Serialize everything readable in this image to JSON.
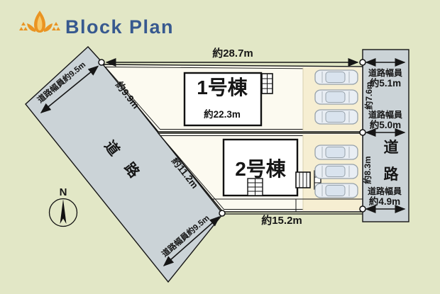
{
  "header": {
    "title": "Block Plan"
  },
  "plan": {
    "buildings": [
      {
        "name": "1号棟",
        "inner_dimension": "約22.3m"
      },
      {
        "name": "2号棟"
      }
    ],
    "dimensions": {
      "top_width": "約28.7m",
      "plot1_left_edge": "約9.9m",
      "plot2_left_edge": "約11.2m",
      "plot2_bottom_width": "約15.2m"
    },
    "roads": {
      "left": {
        "name_chars": [
          "道",
          "路"
        ],
        "top_width_label": "道路幅員約9.5m",
        "bottom_width_label": "道路幅員約9.5m"
      },
      "right": {
        "name_chars": [
          "道",
          "路"
        ],
        "widths": [
          {
            "line1": "道路幅員",
            "line2": "約5.1m"
          },
          {
            "line1": "道路幅員",
            "line2": "約5.0m"
          },
          {
            "line1": "道路幅員",
            "line2": "約4.9m"
          }
        ],
        "segments": [
          "約7.6m",
          "約8.3m"
        ]
      }
    },
    "compass": {
      "label": "N"
    }
  },
  "colors": {
    "background": "#e2e7c6",
    "road_gray": "#cbd3d7",
    "plot_white": "#fcfaf0",
    "parking_cream": "#f6eed2",
    "title_blue": "#37598f",
    "logo_orange": "#ea9422",
    "line_black": "#161616"
  }
}
